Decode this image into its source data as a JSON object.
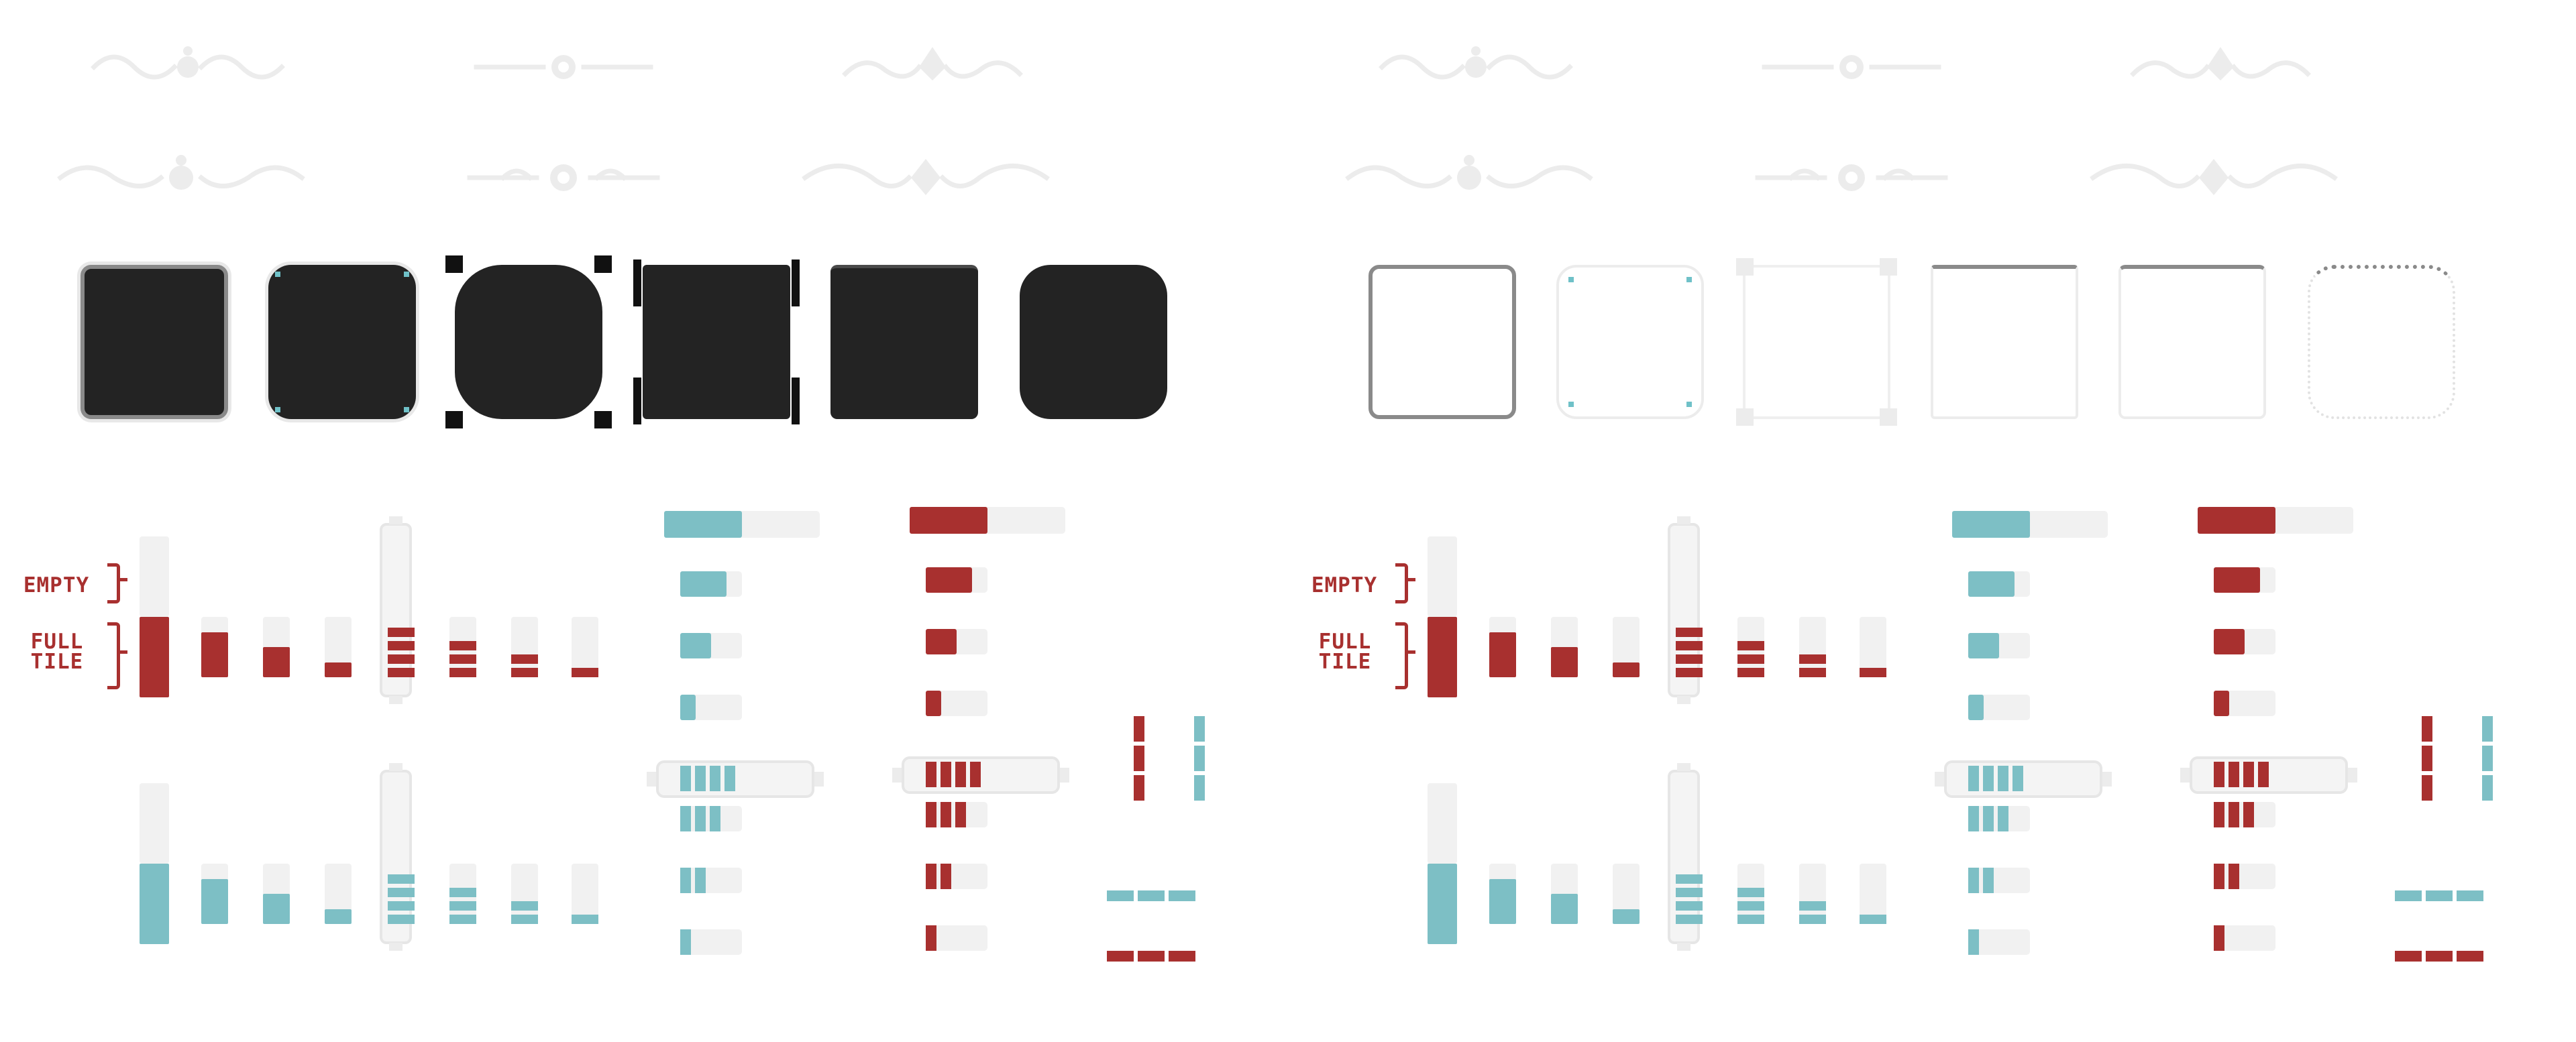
{
  "sheets": [
    "dark_variant",
    "light_variant"
  ],
  "legend": {
    "empty_label": "EMPTY",
    "full_label_line1": "FULL",
    "full_label_line2": "TILE"
  },
  "colors": {
    "red": "#a8302f",
    "teal": "#7dbfc5",
    "panel_dark": "#232323",
    "frame_grey": "#8a8a8a",
    "track": "#f1f1f1"
  },
  "icons": [
    "ornament-divider-icon",
    "corner-bracket-icon"
  ],
  "panels": [
    "rounded-border",
    "soft-corners",
    "notched-corners",
    "side-brackets",
    "top-bevel",
    "ornate-scalloped"
  ],
  "progress": {
    "red_vertical_levels": [
      1.0,
      0.75,
      0.5,
      0.25
    ],
    "red_vertical_segments": [
      4,
      3,
      2,
      1
    ],
    "teal_vertical_levels": [
      1.0,
      0.75,
      0.5,
      0.25
    ],
    "teal_vertical_segments": [
      4,
      3,
      2,
      1
    ],
    "teal_horizontal_header_level": 0.5,
    "red_horizontal_header_level": 0.5,
    "teal_horizontal_levels": [
      0.75,
      0.5,
      0.25
    ],
    "red_horizontal_levels": [
      0.75,
      0.5,
      0.25
    ],
    "teal_horizontal_segments": [
      4,
      3,
      2,
      1
    ],
    "red_horizontal_segments": [
      4,
      3,
      2,
      1
    ],
    "vertical_indicator_segments": 3,
    "horizontal_indicator_segments": 3
  }
}
